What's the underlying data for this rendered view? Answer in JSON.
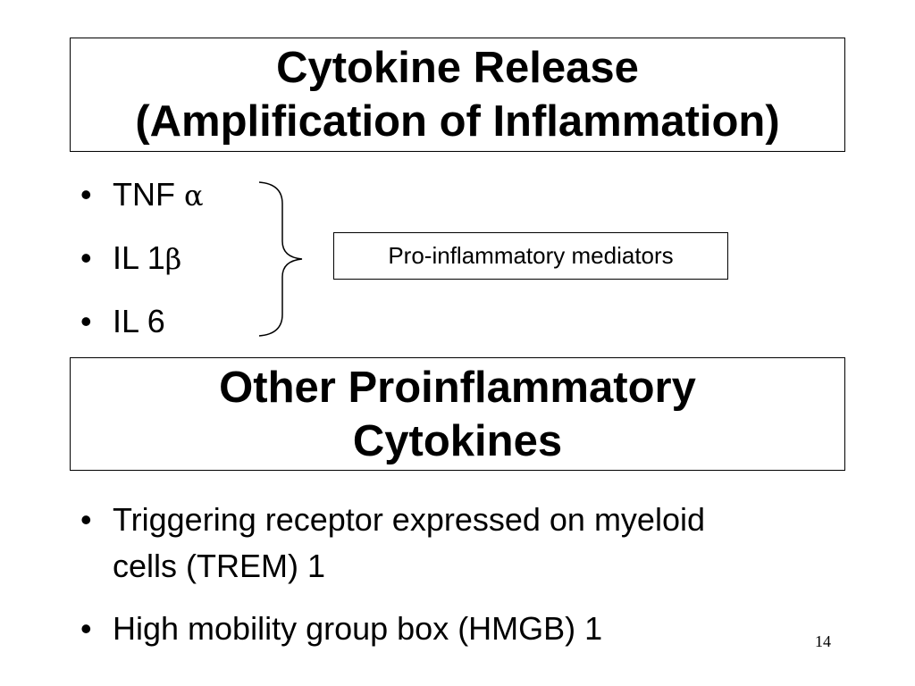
{
  "slide": {
    "title1": {
      "line1": "Cytokine Release",
      "line2": "(Amplification of Inflammation)"
    },
    "list1": [
      {
        "text": "TNF ",
        "greek": "α"
      },
      {
        "text": "IL 1",
        "greek": "β"
      },
      {
        "text": "IL 6",
        "greek": ""
      }
    ],
    "mediator_label": "Pro-inflammatory mediators",
    "title2": {
      "line1": "Other Proinflammatory",
      "line2": "Cytokines"
    },
    "list2": [
      {
        "text": "Triggering receptor expressed on myeloid cells (TREM) 1"
      },
      {
        "text": "High mobility group box (HMGB) 1"
      }
    ],
    "bullet_char": "•",
    "page_number": "14"
  }
}
